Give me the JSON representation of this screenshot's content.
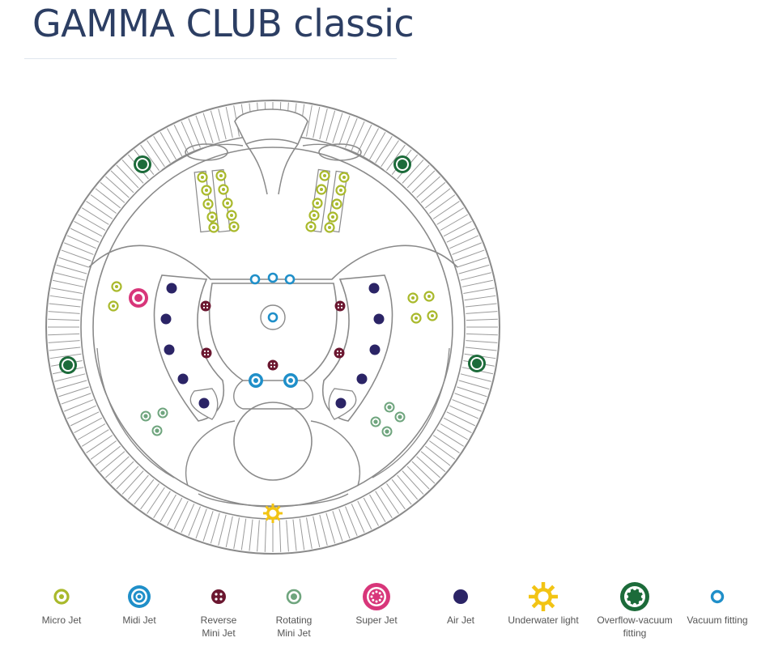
{
  "title": "GAMMA CLUB classic",
  "colors": {
    "micro_jet": "#a9b92b",
    "midi_jet": "#1f8fc9",
    "reverse_mini_jet": "#6b1730",
    "rotating_mini_jet": "#6fa57e",
    "super_jet": "#d8367a",
    "air_jet": "#2b2466",
    "underwater_light": "#f2c414",
    "overflow_vacuum": "#1c6b3a",
    "vacuum_fitting": "#1f8fc9",
    "outline": "#8a8a8a"
  },
  "legend": [
    {
      "label": "Micro Jet",
      "icon": "micro-jet-icon"
    },
    {
      "label": "Midi Jet",
      "icon": "midi-jet-icon"
    },
    {
      "label": "Reverse\nMini Jet",
      "icon": "reverse-mini-jet-icon"
    },
    {
      "label": "Rotating\nMini Jet",
      "icon": "rotating-mini-jet-icon"
    },
    {
      "label": "Super Jet",
      "icon": "super-jet-icon"
    },
    {
      "label": "Air Jet",
      "icon": "air-jet-icon"
    },
    {
      "label": "Underwater light",
      "icon": "underwater-light-icon"
    },
    {
      "label": "Overflow-vacuum\nfitting",
      "icon": "overflow-vacuum-icon"
    },
    {
      "label": "Vacuum fitting",
      "icon": "vacuum-fitting-icon"
    }
  ]
}
